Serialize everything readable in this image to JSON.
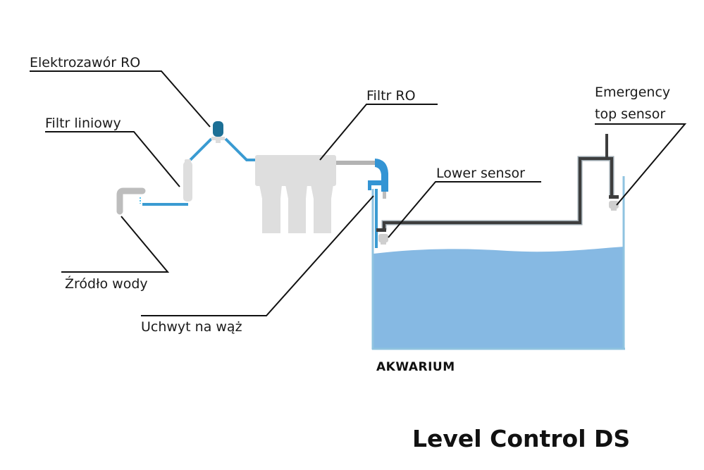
{
  "labels": {
    "solenoid_valve": "Elektrozawór RO",
    "inline_filter": "Filtr liniowy",
    "ro_filter": "Filtr RO",
    "water_source": "Źródło wody",
    "hose_holder": "Uchwyt na wąż",
    "lower_sensor": "Lower sensor",
    "emergency_sensor_line1": "Emergency",
    "emergency_sensor_line2": "top sensor",
    "aquarium": "AKWARIUM"
  },
  "title": "Level Control DS",
  "colors": {
    "water": "#86b9e3",
    "tank_wall": "#8fc3e0",
    "pipe_blue": "#3a9bd2",
    "valve": "#1c6f95",
    "elbow": "#3394d4",
    "filter_gray": "#dedede",
    "sensor_gray": "#cfcfcf",
    "wire": "#3d3d3d"
  }
}
